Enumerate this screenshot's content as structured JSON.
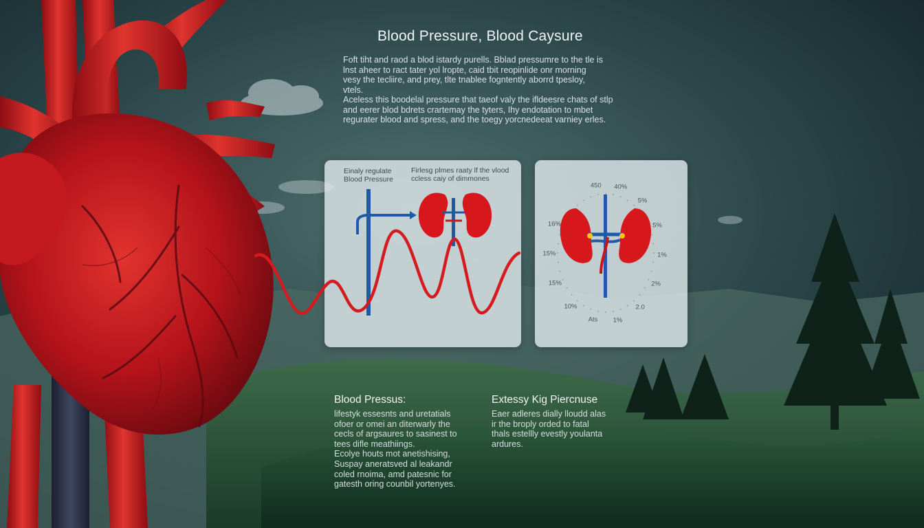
{
  "header": {
    "title": "Blood Pressure, Blood Caysure",
    "intro_lines": [
      "Foft tiht and raod a blod istardy purells. Bblad pressumre to the tle is",
      "lnst aheer to ract tater yol lropte, caid tbit reopinlide onr morning",
      "vesy the tecliire, and prey, tlte tnablee fogntently aborrd tpesloy,",
      "vtels.",
      "Aceless this boodelal pressure that taeof valy the ifldeesre chats of stlp",
      "and eerer blod bdrets crartemay the tyters, Ihy endotation to mbet",
      "regurater blood and spress, and the toegy yorcnedeeat varniey erles."
    ]
  },
  "panel_left": {
    "label_a_lines": [
      "Einaly regulate",
      "Blood Pressure"
    ],
    "label_b_lines": [
      "Firlesg plmes raaty lf the vlood",
      "ccless caiy of dimmones"
    ]
  },
  "panel_right": {
    "dial_labels": [
      "450",
      "40%",
      "5%",
      "5%",
      "1%",
      "2%",
      "2.0",
      "1%",
      "Ats",
      "10%",
      "15%",
      "15%",
      "16%"
    ]
  },
  "bottom_left": {
    "heading": "Blood Pressus:",
    "lines": [
      "lifestyk essesnts and uretatials",
      "ofoer or omei an diterwarly the",
      "cecls of argsaures to sasinest to",
      "tees difle meathiings.",
      "Ecolye houts mot anetishising,",
      "Suspay aneratsved al leakandr",
      "coled rnoima, amd patesnic for",
      "gatesth oring counbil yortenyes."
    ]
  },
  "bottom_right": {
    "heading": "Extessy Kig Piercnuse",
    "lines": [
      "Eaer adleres dially lloudd alas",
      "ir the broply orded to fatal",
      "thals estellly evestly youlanta",
      "ardures."
    ]
  },
  "colors": {
    "heart_red": "#c8161b",
    "artery_blue": "#1f5aa8",
    "panel_bg": "#dde7e9",
    "sky_dark": "#183136"
  }
}
